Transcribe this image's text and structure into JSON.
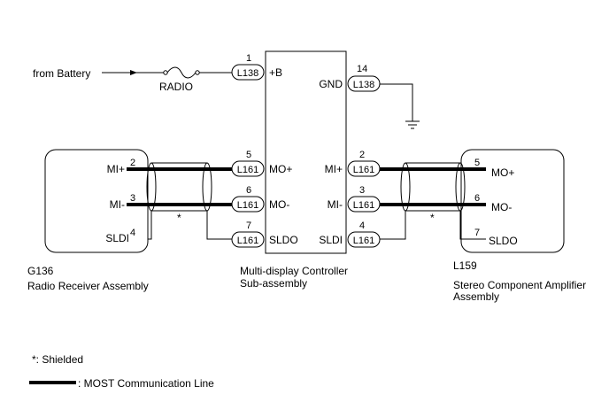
{
  "source": {
    "label": "from Battery"
  },
  "fuse": {
    "label": "RADIO"
  },
  "controller": {
    "name_line1": "Multi-display Controller",
    "name_line2": "Sub-assembly",
    "left_pins": [
      {
        "num": "1",
        "conn": "L138",
        "signal": "+B"
      },
      {
        "num": "5",
        "conn": "L161",
        "signal": "MO+"
      },
      {
        "num": "6",
        "conn": "L161",
        "signal": "MO-"
      },
      {
        "num": "7",
        "conn": "L161",
        "signal": "SLDO"
      }
    ],
    "right_pins": [
      {
        "num": "14",
        "conn": "L138",
        "signal": "GND"
      },
      {
        "num": "2",
        "conn": "L161",
        "signal": "MI+"
      },
      {
        "num": "3",
        "conn": "L161",
        "signal": "MI-"
      },
      {
        "num": "4",
        "conn": "L161",
        "signal": "SLDI"
      }
    ]
  },
  "radio": {
    "code": "G136",
    "name": "Radio Receiver Assembly",
    "pins": [
      {
        "num": "2",
        "signal": "MI+"
      },
      {
        "num": "3",
        "signal": "MI-"
      },
      {
        "num": "4",
        "signal": "SLDI"
      }
    ]
  },
  "amplifier": {
    "code": "L159",
    "name_line1": "Stereo Component Amplifier",
    "name_line2": "Assembly",
    "pins": [
      {
        "num": "5",
        "signal": "MO+"
      },
      {
        "num": "6",
        "signal": "MO-"
      },
      {
        "num": "7",
        "signal": "SLDO"
      }
    ]
  },
  "shield_mark": "*",
  "legend": {
    "shielded": "*: Shielded",
    "most_line": ": MOST Communication Line"
  }
}
